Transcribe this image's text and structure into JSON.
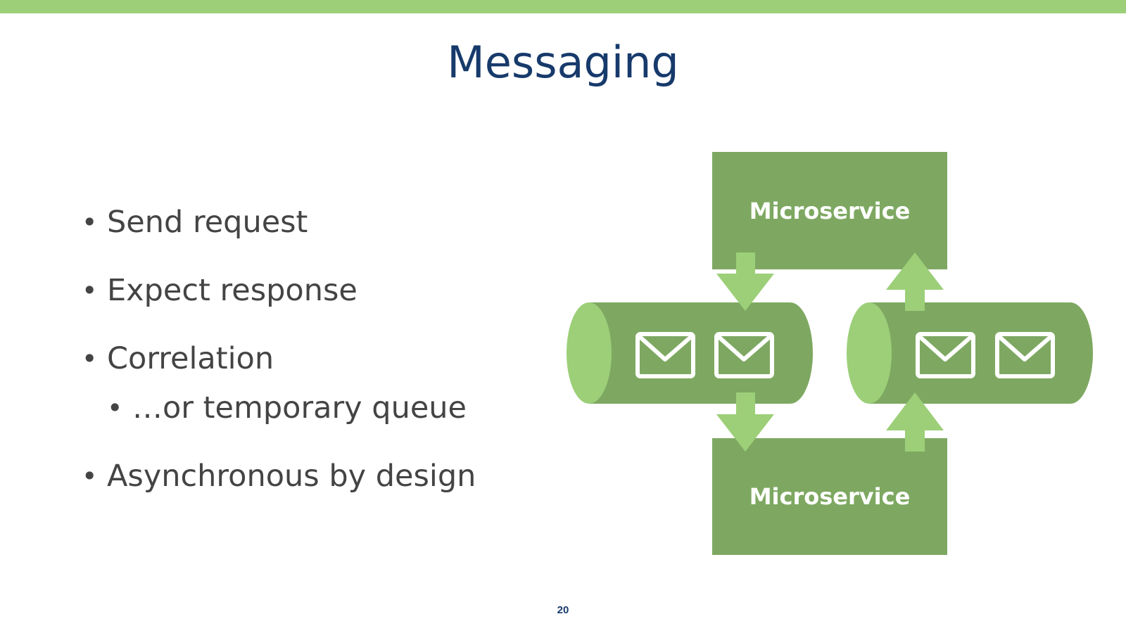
{
  "slide": {
    "title": "Messaging",
    "page_number": "20"
  },
  "bullets": [
    {
      "text": "Send request"
    },
    {
      "text": "Expect response"
    },
    {
      "text": "Correlation",
      "sub": [
        {
          "text": "…or temporary queue"
        }
      ]
    },
    {
      "text": "Asynchronous by design"
    }
  ],
  "diagram": {
    "top_service_label": "Microservice",
    "bottom_service_label": "Microservice"
  },
  "colors": {
    "accent_light_green": "#9ccf78",
    "dark_green": "#7ea861",
    "title_navy": "#173a6b",
    "body_text": "#444444"
  },
  "icons": [
    "envelope-icon",
    "arrow-down-icon",
    "arrow-up-icon",
    "queue-cylinder"
  ]
}
